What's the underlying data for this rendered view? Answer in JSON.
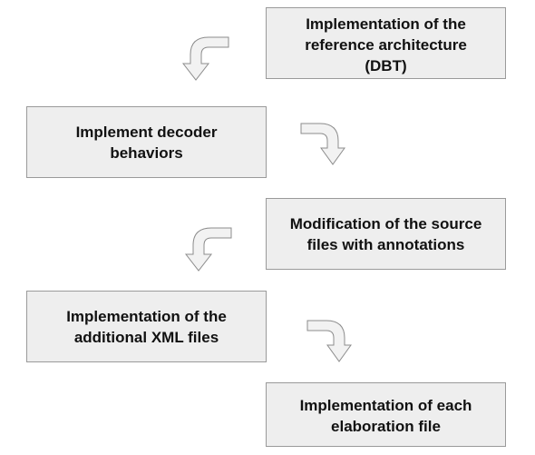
{
  "steps": [
    {
      "label": "Implementation of the\nreference architecture\n(DBT)"
    },
    {
      "label": "Implement decoder\nbehaviors"
    },
    {
      "label": "Modification of the source\nfiles with annotations"
    },
    {
      "label": "Implementation of the\nadditional XML files"
    },
    {
      "label": "Implementation of each\nelaboration file"
    }
  ],
  "arrows": [
    {
      "icon": "curved-arrow-down-left-icon"
    },
    {
      "icon": "curved-arrow-down-right-icon"
    },
    {
      "icon": "curved-arrow-down-left-icon"
    },
    {
      "icon": "curved-arrow-down-right-icon"
    }
  ],
  "colors": {
    "box_fill": "#eeeeee",
    "box_border": "#9a9a9a",
    "arrow_fill": "#f2f2f2",
    "arrow_border": "#8c8c8c",
    "text": "#111111"
  }
}
